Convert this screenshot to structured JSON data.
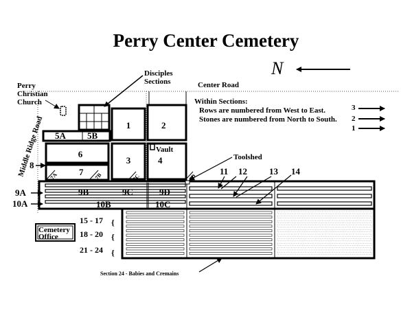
{
  "title": "Perry Center Cemetery",
  "north": {
    "letter": "N"
  },
  "labels": {
    "church": [
      "Perry",
      "Christian",
      "Church"
    ],
    "disciples": [
      "Disciples",
      "Sections"
    ],
    "center_road": "Center Road",
    "middle_ridge_road": "Middle Ridge Road",
    "within": "Within Sections:",
    "rows_note": "Rows are numbered from West to East.",
    "stones_note": "Stones are numbered from North to South.",
    "vault": "Vault",
    "toolshed": "Toolshed",
    "office": [
      "Cemetery",
      "Office"
    ],
    "section24": "Section 24 - Babies and Cremains"
  },
  "legend_nums": [
    "3",
    "2",
    "1"
  ],
  "sections": {
    "s1": "1",
    "s2": "2",
    "s3": "3",
    "s4": "4",
    "s5a": "5A",
    "s5b": "5B",
    "s6": "6",
    "s7": "7",
    "s8": "8",
    "s7a": "7A",
    "s7b": "7B",
    "s7c": "7C",
    "s7d": "7D",
    "s9a": "9A",
    "s9b": "9B",
    "s9c": "9C",
    "s9d": "9D",
    "s10a": "10A",
    "s10b": "10B",
    "s10c": "10C",
    "s11": "11",
    "s12": "12",
    "s13": "13",
    "s14": "14"
  },
  "row_ranges": [
    "15 - 17",
    "18 - 20",
    "21 - 24"
  ],
  "brace": "{"
}
